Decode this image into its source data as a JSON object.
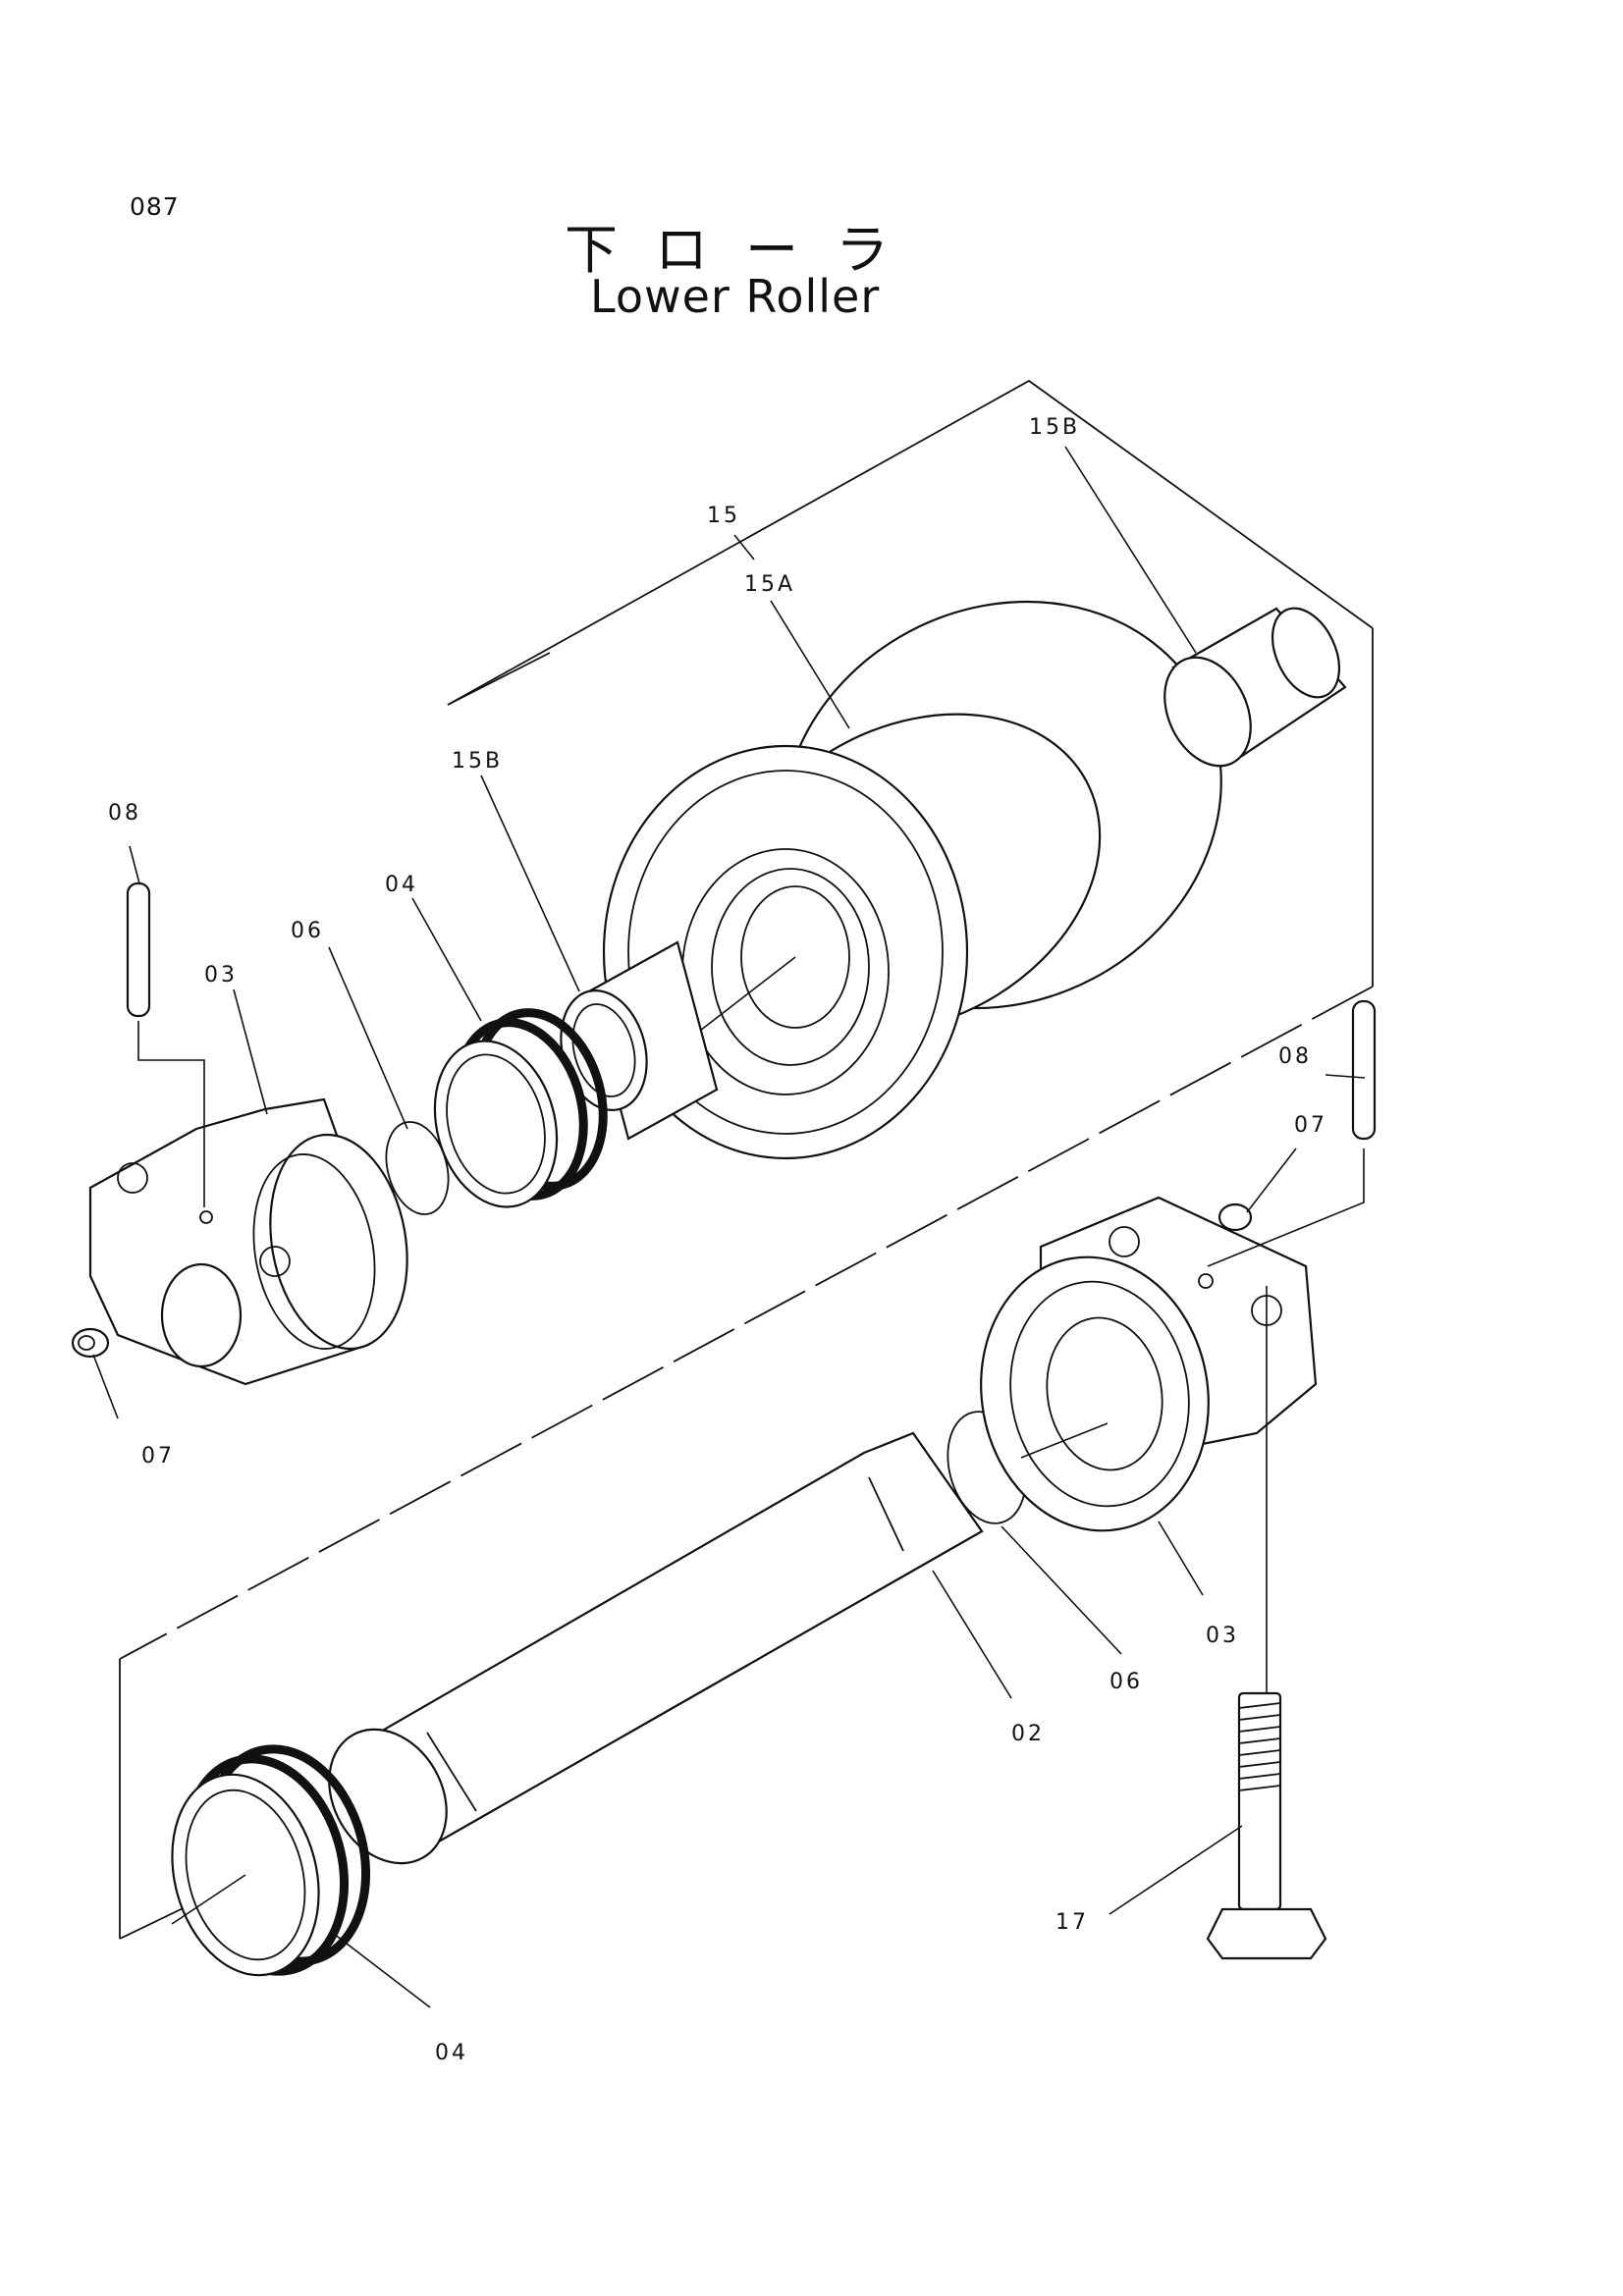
{
  "page_number": "087",
  "title_jp": "下ローラ",
  "title_en": "Lower Roller",
  "callouts": {
    "c15": "15",
    "c15a": "15A",
    "c15b_top": "15B",
    "c15b_left": "15B",
    "c08_left": "08",
    "c08_right": "08",
    "c03_left": "03",
    "c03_right": "03",
    "c06_left": "06",
    "c06_right": "06",
    "c04_top": "04",
    "c04_bottom": "04",
    "c07_left": "07",
    "c07_right": "07",
    "c02": "02",
    "c17": "17"
  }
}
